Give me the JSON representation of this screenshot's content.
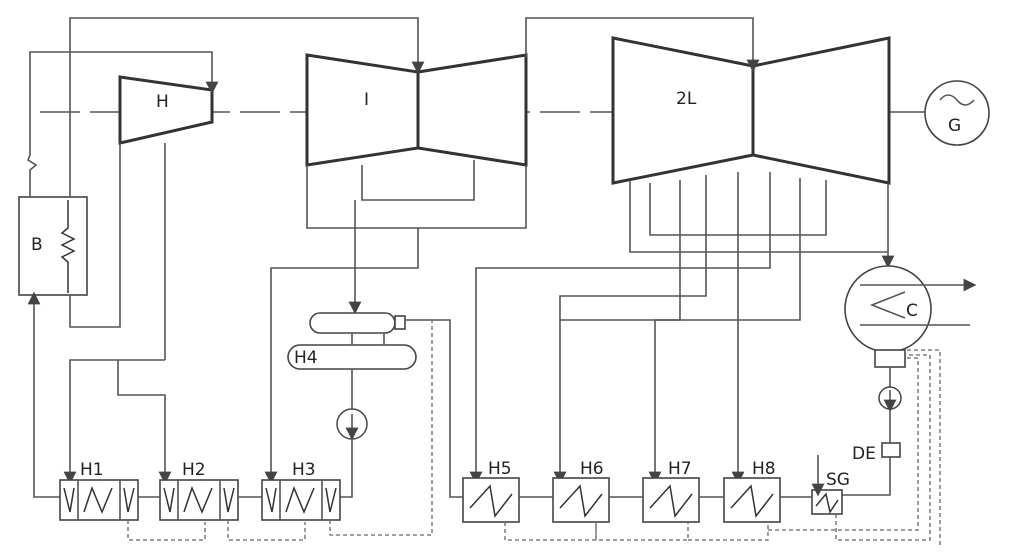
{
  "labels": {
    "H": "H",
    "I": "I",
    "2L": "2L",
    "G": "G",
    "B": "B",
    "C": "C",
    "H4": "H4",
    "DE": "DE",
    "SG": "SG",
    "H1": "H1",
    "H2": "H2",
    "H3": "H3",
    "H5": "H5",
    "H6": "H6",
    "H7": "H7",
    "H8": "H8"
  }
}
